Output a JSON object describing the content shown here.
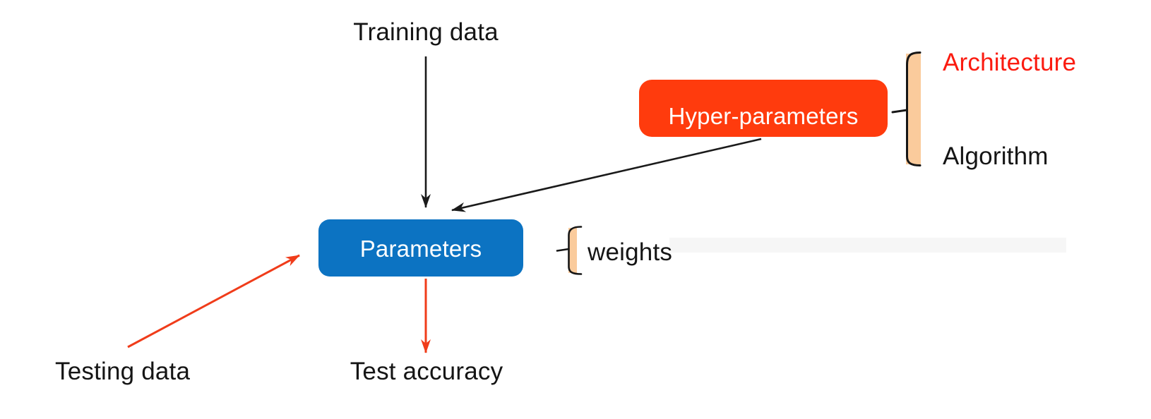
{
  "labels": {
    "training_data": "Training data",
    "hyper_parameters": "Hyper-parameters",
    "architecture": "Architecture",
    "algorithm": "Algorithm",
    "parameters": "Parameters",
    "weights": "weights",
    "testing_data": "Testing data",
    "test_accuracy": "Test accuracy"
  },
  "colors": {
    "hyper_parameters_box": "#FF3B0D",
    "parameters_box": "#0C73C2",
    "bracket_fill": "#FACB9C",
    "architecture_text": "#FB1B10",
    "arrow_red": "#F03C1A",
    "arrow_black": "#1A1A1A",
    "text_black": "#151515",
    "box_text": "#FFFFFF",
    "highlight_band": "#F6F6F6"
  },
  "edges": [
    {
      "from": "Training data",
      "to": "Parameters",
      "color": "black"
    },
    {
      "from": "Hyper-parameters",
      "to": "Parameters",
      "color": "black"
    },
    {
      "from": "Testing data",
      "to": "Parameters",
      "color": "red"
    },
    {
      "from": "Parameters",
      "to": "Test accuracy",
      "color": "red"
    }
  ],
  "annotations": [
    {
      "target": "Hyper-parameters",
      "bracket_items": [
        "Architecture",
        "Algorithm"
      ]
    },
    {
      "target": "Parameters",
      "bracket_items": [
        "weights"
      ]
    }
  ]
}
